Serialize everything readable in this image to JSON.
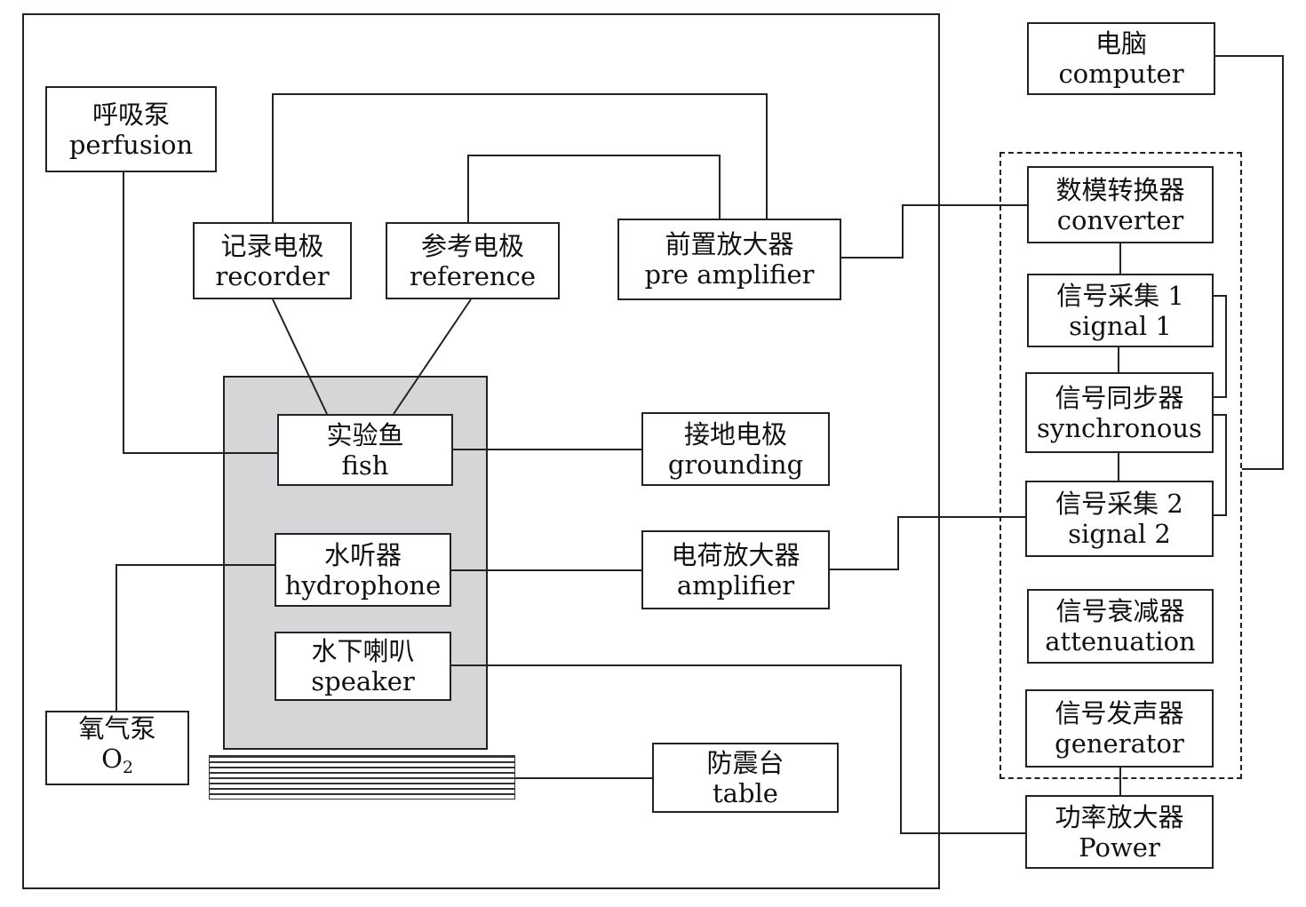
{
  "perfusion": {
    "cn": "呼吸泵",
    "en": "perfusion"
  },
  "recorder": {
    "cn": "记录电极",
    "en": "recorder"
  },
  "reference": {
    "cn": "参考电极",
    "en": "reference"
  },
  "pre_amplifier": {
    "cn": "前置放大器",
    "en": "pre amplifier"
  },
  "fish": {
    "cn": "实验鱼",
    "en": "fish"
  },
  "grounding": {
    "cn": "接地电极",
    "en": "grounding"
  },
  "hydrophone": {
    "cn": "水听器",
    "en": "hydrophone"
  },
  "amplifier": {
    "cn": "电荷放大器",
    "en": "amplifier"
  },
  "speaker": {
    "cn": "水下喇叭",
    "en": "speaker"
  },
  "oxygen": {
    "cn": "氧气泵",
    "en": "O",
    "en_sub": "2"
  },
  "table": {
    "cn": "防震台",
    "en": "table"
  },
  "computer": {
    "cn": "电脑",
    "en": "computer"
  },
  "converter": {
    "cn": "数模转换器",
    "en": "converter"
  },
  "signal1": {
    "cn": "信号采集 1",
    "en": "signal 1"
  },
  "synchronous": {
    "cn": "信号同步器",
    "en": "synchronous"
  },
  "signal2": {
    "cn": "信号采集 2",
    "en": "signal 2"
  },
  "attenuation": {
    "cn": "信号衰减器",
    "en": "attenuation"
  },
  "generator": {
    "cn": "信号发声器",
    "en": "generator"
  },
  "power": {
    "cn": "功率放大器",
    "en": "Power"
  },
  "colors": {
    "line": "#222222",
    "tank_fill": "#d6d6d9"
  }
}
